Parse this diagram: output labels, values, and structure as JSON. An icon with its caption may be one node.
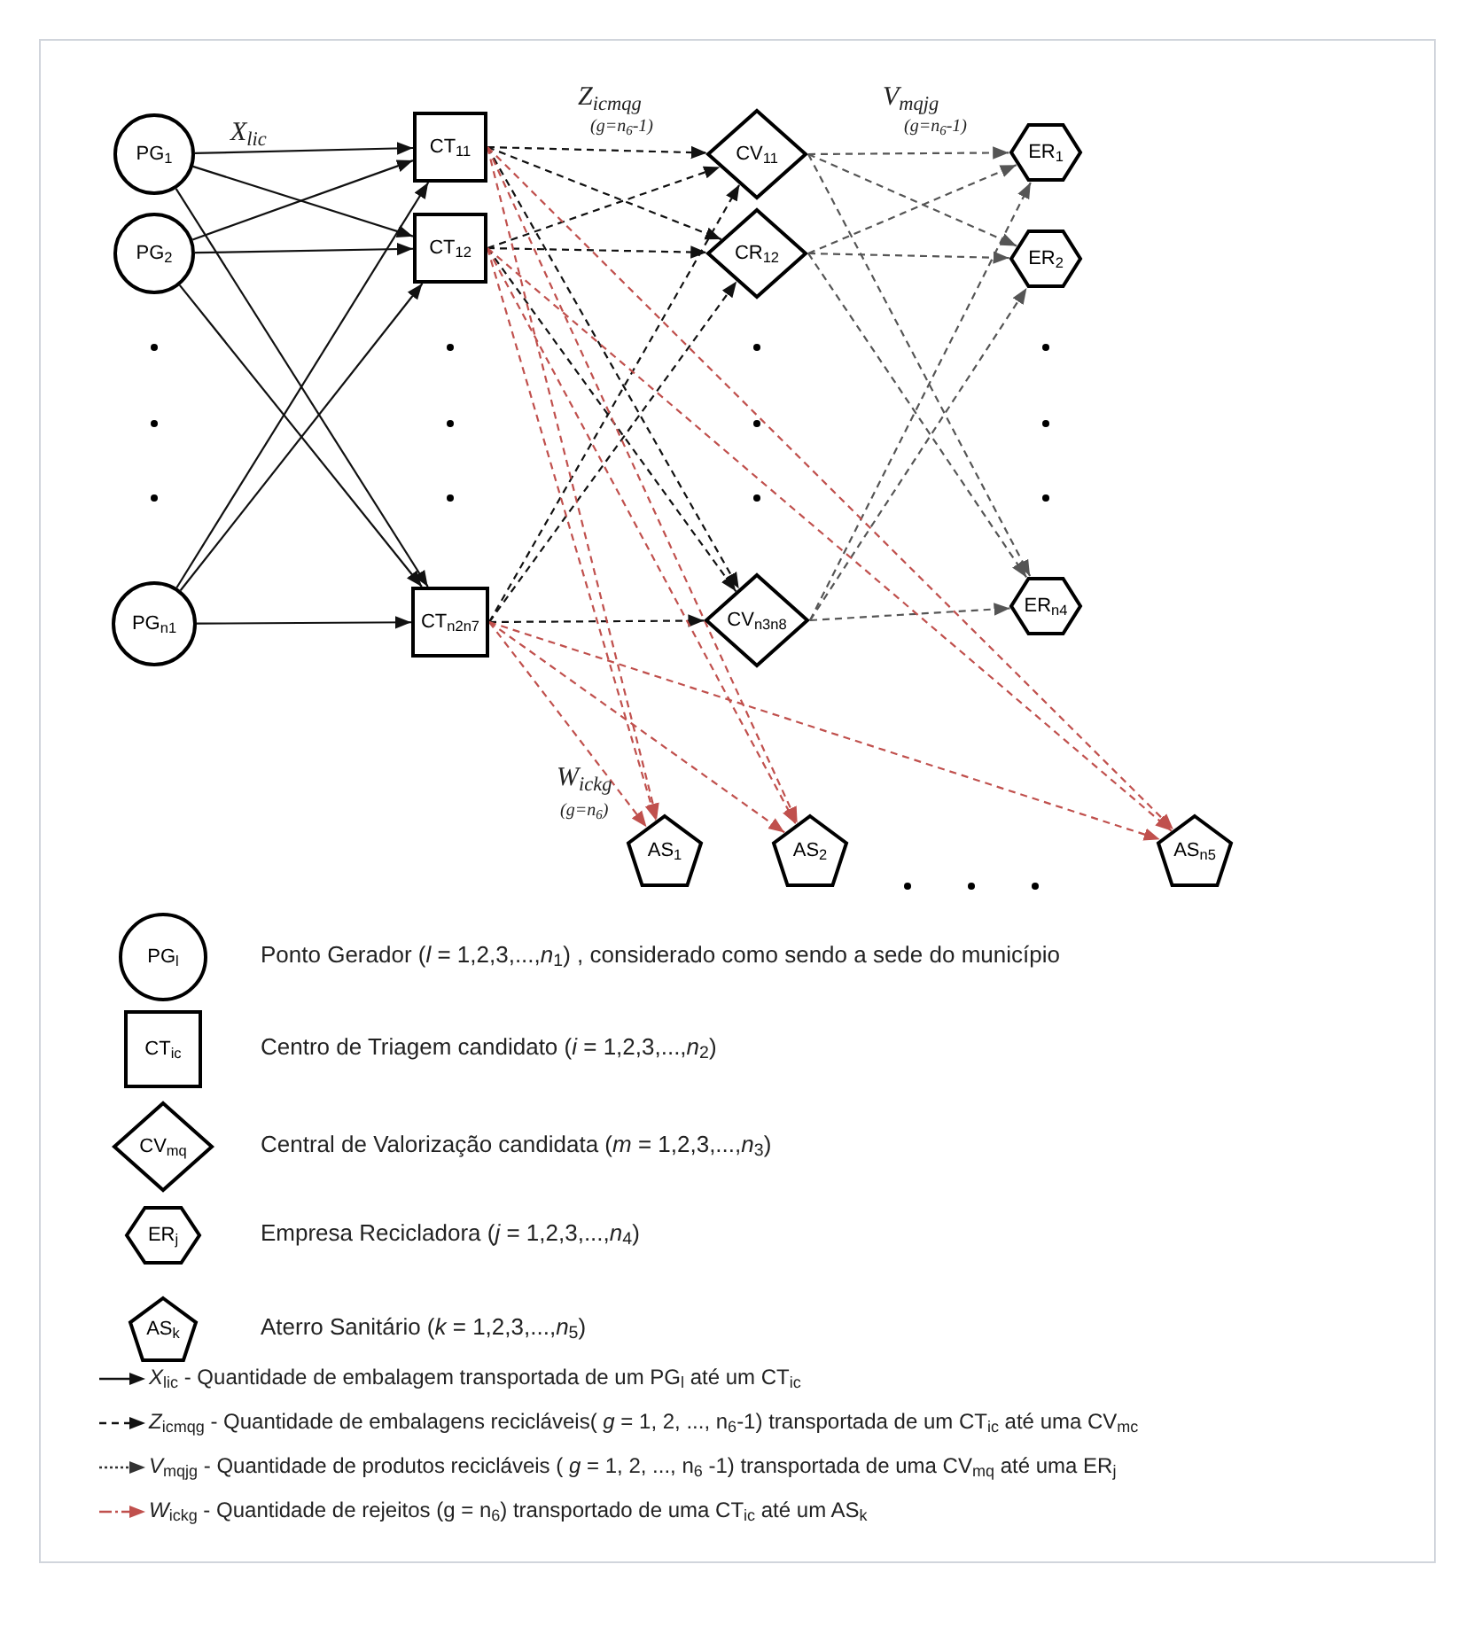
{
  "diagram": {
    "nodes": [
      {
        "text": [
          "PG$_{1}$"
        ]
      },
      {
        "text": [
          "PG$_{2}$"
        ]
      },
      {
        "text": [
          "PG$_{n1}$"
        ]
      },
      {
        "text": [
          "CT$_{11}$"
        ]
      },
      {
        "text": [
          "CT$_{12}$"
        ]
      },
      {
        "text": [
          "CT$_{n2n7}$"
        ]
      },
      {
        "text": [
          "CV$_{11}$"
        ]
      },
      {
        "text": [
          "CR$_{12}$"
        ]
      },
      {
        "text": [
          "CV$_{n3n8}$"
        ]
      },
      {
        "text": [
          "ER$_{1}$"
        ]
      },
      {
        "text": [
          "ER$_{2}$"
        ]
      },
      {
        "text": [
          "ER$_{n4}$"
        ]
      },
      {
        "text": [
          "AS$_{1}$"
        ]
      },
      {
        "text": [
          "AS$_{2}$"
        ]
      },
      {
        "text": [
          "AS$_{n5}$"
        ]
      },
      {
        "text": [
          "PG$_{l}$"
        ],
        "beside": [
          "Ponto Gerador (*l* = 1,2,3,...,*n*$_{1}$) , considerado como sendo a sede do município"
        ]
      },
      {
        "text": [
          "CT$_{ic}$"
        ],
        "beside": [
          "Centro de Triagem candidato (*i* = 1,2,3,...,*n*$_{2}$)"
        ]
      },
      {
        "text": [
          "CV$_{mq}$"
        ],
        "beside": [
          "Central de Valorização candidata (*m* = 1,2,3,...,*n*$_{3}$)"
        ]
      },
      {
        "text": [
          "ER$_{j}$"
        ],
        "beside": [
          "Empresa Recicladora (*j* = 1,2,3,...,*n*$_{4}$)"
        ]
      },
      {
        "text": [
          "AS$_{k}$"
        ],
        "beside": [
          "Aterro Sanitário (*k* = 1,2,3,...,*n*$_{5}$)"
        ]
      }
    ],
    "edges": [
      {
        "from": 0,
        "to": 3,
        "arrow": "to"
      },
      {
        "from": 0,
        "to": 4,
        "arrow": "to"
      },
      {
        "from": 0,
        "to": 5,
        "arrow": "to"
      },
      {
        "from": 1,
        "to": 3,
        "arrow": "to"
      },
      {
        "from": 1,
        "to": 4,
        "arrow": "to"
      },
      {
        "from": 1,
        "to": 5,
        "arrow": "to"
      },
      {
        "from": 2,
        "to": 3,
        "arrow": "to"
      },
      {
        "from": 2,
        "to": 4,
        "arrow": "to"
      },
      {
        "from": 2,
        "to": 5,
        "arrow": "to"
      },
      {
        "from": 3,
        "to": 6,
        "arrow": "to",
        "style": "dashed"
      },
      {
        "from": 3,
        "to": 7,
        "arrow": "to",
        "style": "dashed"
      },
      {
        "from": 3,
        "to": 8,
        "arrow": "to",
        "style": "dashed"
      },
      {
        "from": 4,
        "to": 6,
        "arrow": "to",
        "style": "dashed"
      },
      {
        "from": 4,
        "to": 7,
        "arrow": "to",
        "style": "dashed"
      },
      {
        "from": 4,
        "to": 8,
        "arrow": "to",
        "style": "dashed"
      },
      {
        "from": 5,
        "to": 6,
        "arrow": "to",
        "style": "dashed"
      },
      {
        "from": 5,
        "to": 7,
        "arrow": "to",
        "style": "dashed"
      },
      {
        "from": 5,
        "to": 8,
        "arrow": "to",
        "style": "dashed"
      },
      {
        "from": 6,
        "to": 9,
        "arrow": "to",
        "style": "dashed",
        "color": "#555555"
      },
      {
        "from": 6,
        "to": 10,
        "arrow": "to",
        "style": "dashed",
        "color": "#555555"
      },
      {
        "from": 6,
        "to": 11,
        "arrow": "to",
        "style": "dashed",
        "color": "#555555"
      },
      {
        "from": 7,
        "to": 9,
        "arrow": "to",
        "style": "dashed",
        "color": "#555555"
      },
      {
        "from": 7,
        "to": 10,
        "arrow": "to",
        "style": "dashed",
        "color": "#555555"
      },
      {
        "from": 7,
        "to": 11,
        "arrow": "to",
        "style": "dashed",
        "color": "#555555"
      },
      {
        "from": 8,
        "to": 9,
        "arrow": "to",
        "style": "dashed",
        "color": "#555555"
      },
      {
        "from": 8,
        "to": 10,
        "arrow": "to",
        "style": "dashed",
        "color": "#555555"
      },
      {
        "from": 8,
        "to": 11,
        "arrow": "to",
        "style": "dashed",
        "color": "#555555"
      },
      {
        "from": 3,
        "to": 12,
        "arrow": "to",
        "style": "dashed",
        "color": "#c0504d"
      },
      {
        "from": 3,
        "to": 13,
        "arrow": "to",
        "style": "dashed",
        "color": "#c0504d"
      },
      {
        "from": 3,
        "to": 14,
        "arrow": "to",
        "style": "dashed",
        "color": "#c0504d"
      },
      {
        "from": 4,
        "to": 12,
        "arrow": "to",
        "style": "dashed",
        "color": "#c0504d"
      },
      {
        "from": 4,
        "to": 13,
        "arrow": "to",
        "style": "dashed",
        "color": "#c0504d"
      },
      {
        "from": 4,
        "to": 14,
        "arrow": "to",
        "style": "dashed",
        "color": "#c0504d"
      },
      {
        "from": 5,
        "to": 12,
        "arrow": "to",
        "style": "dashed",
        "color": "#c0504d"
      },
      {
        "from": 5,
        "to": 13,
        "arrow": "to",
        "style": "dashed",
        "color": "#c0504d"
      },
      {
        "from": 5,
        "to": 14,
        "arrow": "to",
        "style": "dashed",
        "color": "#c0504d"
      }
    ],
    "labels": [
      "X$_{lic}$",
      "Z$_{icmqg}$",
      "(g=n$_{6}$-1)",
      "V$_{mqjg}$",
      "(g=n$_{6}$-1)",
      "W$_{ickg}$",
      "(g=n$_{6}$)"
    ],
    "legend": [
      {
        "text": "*X*$_{lic}$ - Quantidade de embalagem transportada de um PG$_{l}$ até um CT$_{ic}$"
      },
      {
        "text": "*Z*$_{icmqg}$ - Quantidade de embalagens recicláveis( *g* = 1, 2, ..., n$_{6}$-1) transportada de um CT$_{ic}$ até uma CV$_{mc}$"
      },
      {
        "text": "*V*$_{mqjg}$ - Quantidade de produtos recicláveis ( *g* = 1, 2, ..., n$_{6}$ -1) transportada de uma CV$_{mq}$ até uma  ER$_{j}$"
      },
      {
        "text": "*W*$_{ickg}$ - Quantidade de rejeitos  (g = n$_{6}$) transportado de uma CT$_{ic}$ até um AS$_{k}$"
      }
    ]
  }
}
